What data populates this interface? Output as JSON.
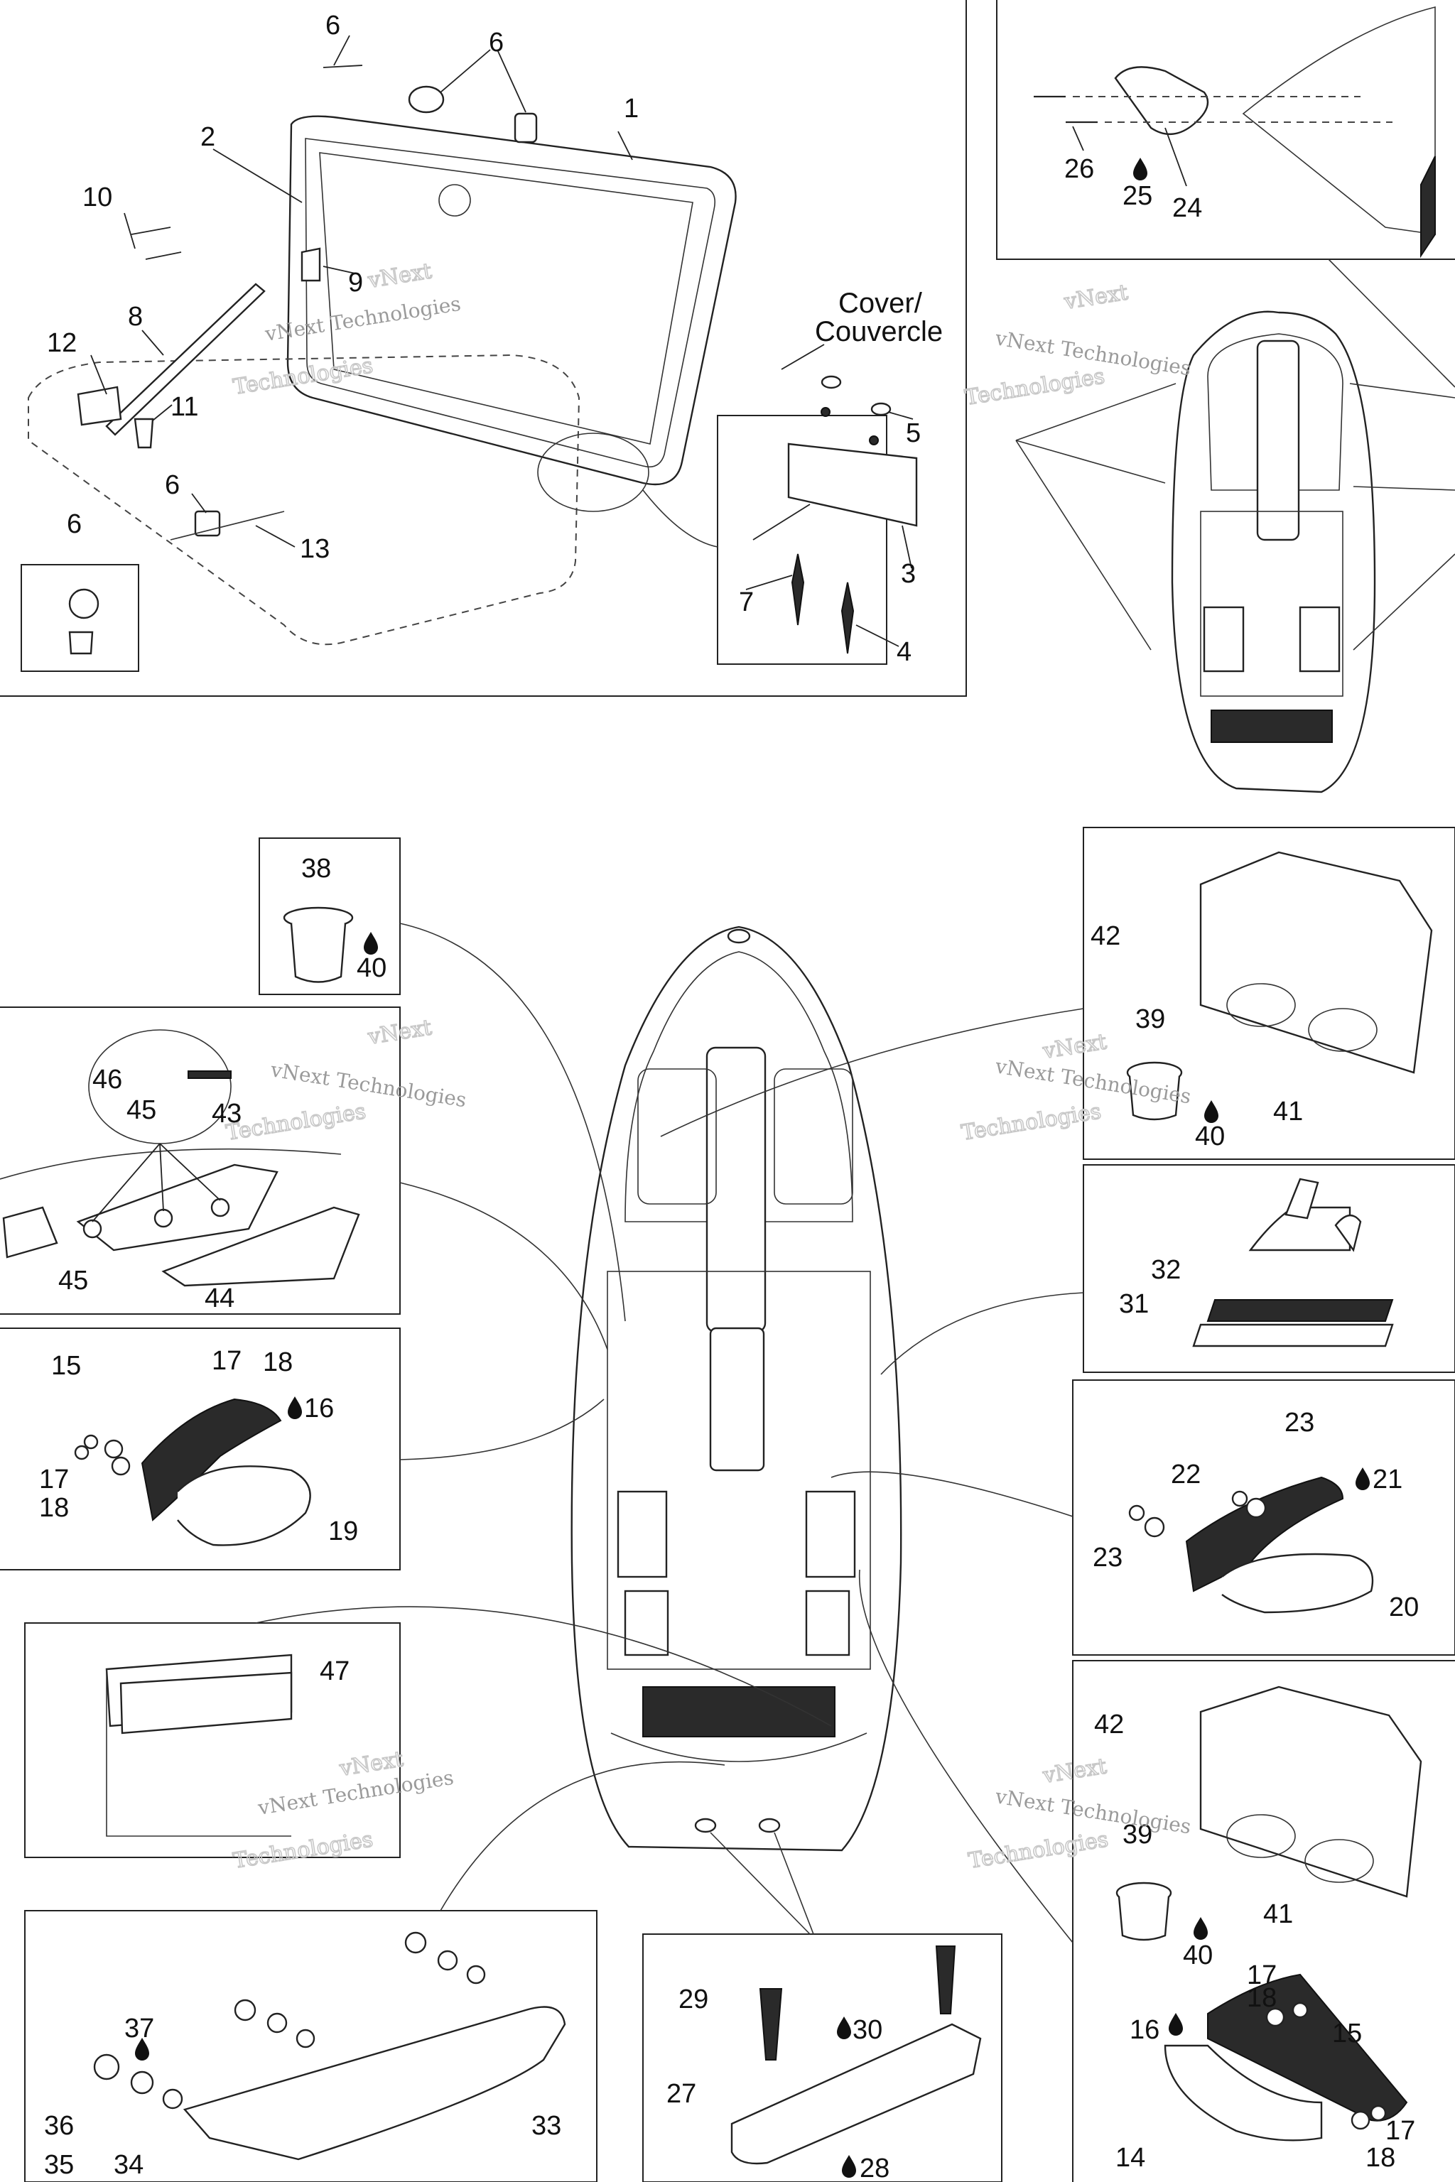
{
  "watermark": {
    "top": "vNext",
    "text": "vNext Technologies",
    "bottom": "Technologies"
  },
  "cover_label": {
    "line1": "Cover/",
    "line2": "Couvercle"
  },
  "callouts": {
    "c1": "1",
    "c2": "2",
    "c3": "3",
    "c4": "4",
    "c5": "5",
    "c6a": "6",
    "c6b": "6",
    "c6c": "6",
    "c6d": "6",
    "c7": "7",
    "c8": "8",
    "c9": "9",
    "c10": "10",
    "c11": "11",
    "c12": "12",
    "c13": "13",
    "c14": "14",
    "c15a": "15",
    "c15b": "15",
    "c16a": "16",
    "c16b": "16",
    "c17a": "17",
    "c17b": "17",
    "c17c": "17",
    "c17d": "17",
    "c18a": "18",
    "c18b": "18",
    "c18c": "18",
    "c18d": "18",
    "c19": "19",
    "c20": "20",
    "c21": "21",
    "c22": "22",
    "c23a": "23",
    "c23b": "23",
    "c24": "24",
    "c25": "25",
    "c26": "26",
    "c27": "27",
    "c28": "28",
    "c29": "29",
    "c30": "30",
    "c31": "31",
    "c32": "32",
    "c33": "33",
    "c34": "34",
    "c35": "35",
    "c36": "36",
    "c37": "37",
    "c38": "38",
    "c39a": "39",
    "c39b": "39",
    "c40a": "40",
    "c40b": "40",
    "c40c": "40",
    "c41a": "41",
    "c41b": "41",
    "c42a": "42",
    "c42b": "42",
    "c43": "43",
    "c44": "44",
    "c45a": "45",
    "c45b": "45",
    "c46": "46",
    "c47": "47"
  },
  "icons": {
    "adhesive": "droplet-icon"
  }
}
